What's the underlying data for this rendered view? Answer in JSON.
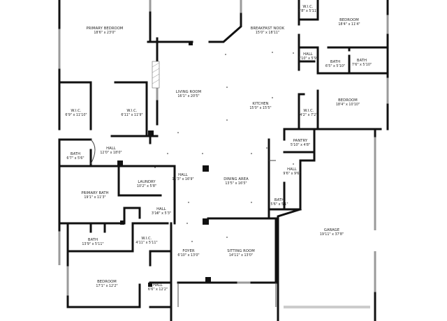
{
  "rooms": [
    {
      "id": "primary-bedroom",
      "name": "PRIMARY BEDROOM",
      "dims": "18'6\" x 23'0\""
    },
    {
      "id": "breakfast-nook",
      "name": "BREAKFAST NOOK",
      "dims": "15'0\" x 18'11\""
    },
    {
      "id": "wic-top",
      "name": "W.I.C.",
      "dims": "3'8\" x 5'11\""
    },
    {
      "id": "bedroom-top-right",
      "name": "BEDROOM",
      "dims": "18'4\" x 11'4\""
    },
    {
      "id": "hall-kitchen",
      "name": "HALL",
      "dims": "3'10\" x 5'9\""
    },
    {
      "id": "bath-right-a",
      "name": "BATH",
      "dims": "6'5\" x 5'10\""
    },
    {
      "id": "bath-right-b",
      "name": "BATH",
      "dims": "7'6\" x 5'10\""
    },
    {
      "id": "living-room",
      "name": "LIVING ROOM",
      "dims": "16'1\" x 20'5\""
    },
    {
      "id": "kitchen",
      "name": "KITCHEN",
      "dims": "15'0\" x 15'5\""
    },
    {
      "id": "bedroom-mid-right",
      "name": "BEDROOM",
      "dims": "18'4\" x 10'10\""
    },
    {
      "id": "wic-left",
      "name": "W.I.C.",
      "dims": "6'9\" x 11'10\""
    },
    {
      "id": "wic-center",
      "name": "W.I.C.",
      "dims": "6'11\" x 11'9\""
    },
    {
      "id": "wic-right",
      "name": "W.I.C.",
      "dims": "4'2\" x 7'2\""
    },
    {
      "id": "pantry",
      "name": "PANTRY",
      "dims": "5'10\" x 4'8\""
    },
    {
      "id": "bath-left",
      "name": "BATH",
      "dims": "6'7\" x 5'6\""
    },
    {
      "id": "hall-west",
      "name": "HALL",
      "dims": "12'0\" x 18'0\""
    },
    {
      "id": "hall-pantry",
      "name": "HALL",
      "dims": "9'6\" x 9'6\""
    },
    {
      "id": "hall-center",
      "name": "HALL",
      "dims": "11'3\" x 16'9\""
    },
    {
      "id": "dining-area",
      "name": "DINING AREA",
      "dims": "13'5\" x 16'5\""
    },
    {
      "id": "laundry",
      "name": "LAUNDRY",
      "dims": "10'2\" x 5'8\""
    },
    {
      "id": "primary-bath",
      "name": "PRIMARY BATH",
      "dims": "19'1\" x 11'3\""
    },
    {
      "id": "bath-dining",
      "name": "BATH",
      "dims": "5'6\" x 5'1\""
    },
    {
      "id": "hall-laundry",
      "name": "HALL",
      "dims": "3'10\" x 5'3\""
    },
    {
      "id": "garage",
      "name": "GARAGE",
      "dims": "19'11\" x 37'8\""
    },
    {
      "id": "bath-lower",
      "name": "BATH",
      "dims": "13'9\" x 5'11\""
    },
    {
      "id": "wic-lower",
      "name": "W.I.C.",
      "dims": "4'11\" x 5'11\""
    },
    {
      "id": "foyer",
      "name": "FOYER",
      "dims": "6'10\" x 13'0\""
    },
    {
      "id": "sitting-room",
      "name": "SITTING ROOM",
      "dims": "14'11\" x 13'0\""
    },
    {
      "id": "bedroom-lower",
      "name": "BEDROOM",
      "dims": "17'1\" x 12'2\""
    },
    {
      "id": "hall-lower",
      "name": "HALL",
      "dims": "6'6\" x 12'2\""
    }
  ]
}
